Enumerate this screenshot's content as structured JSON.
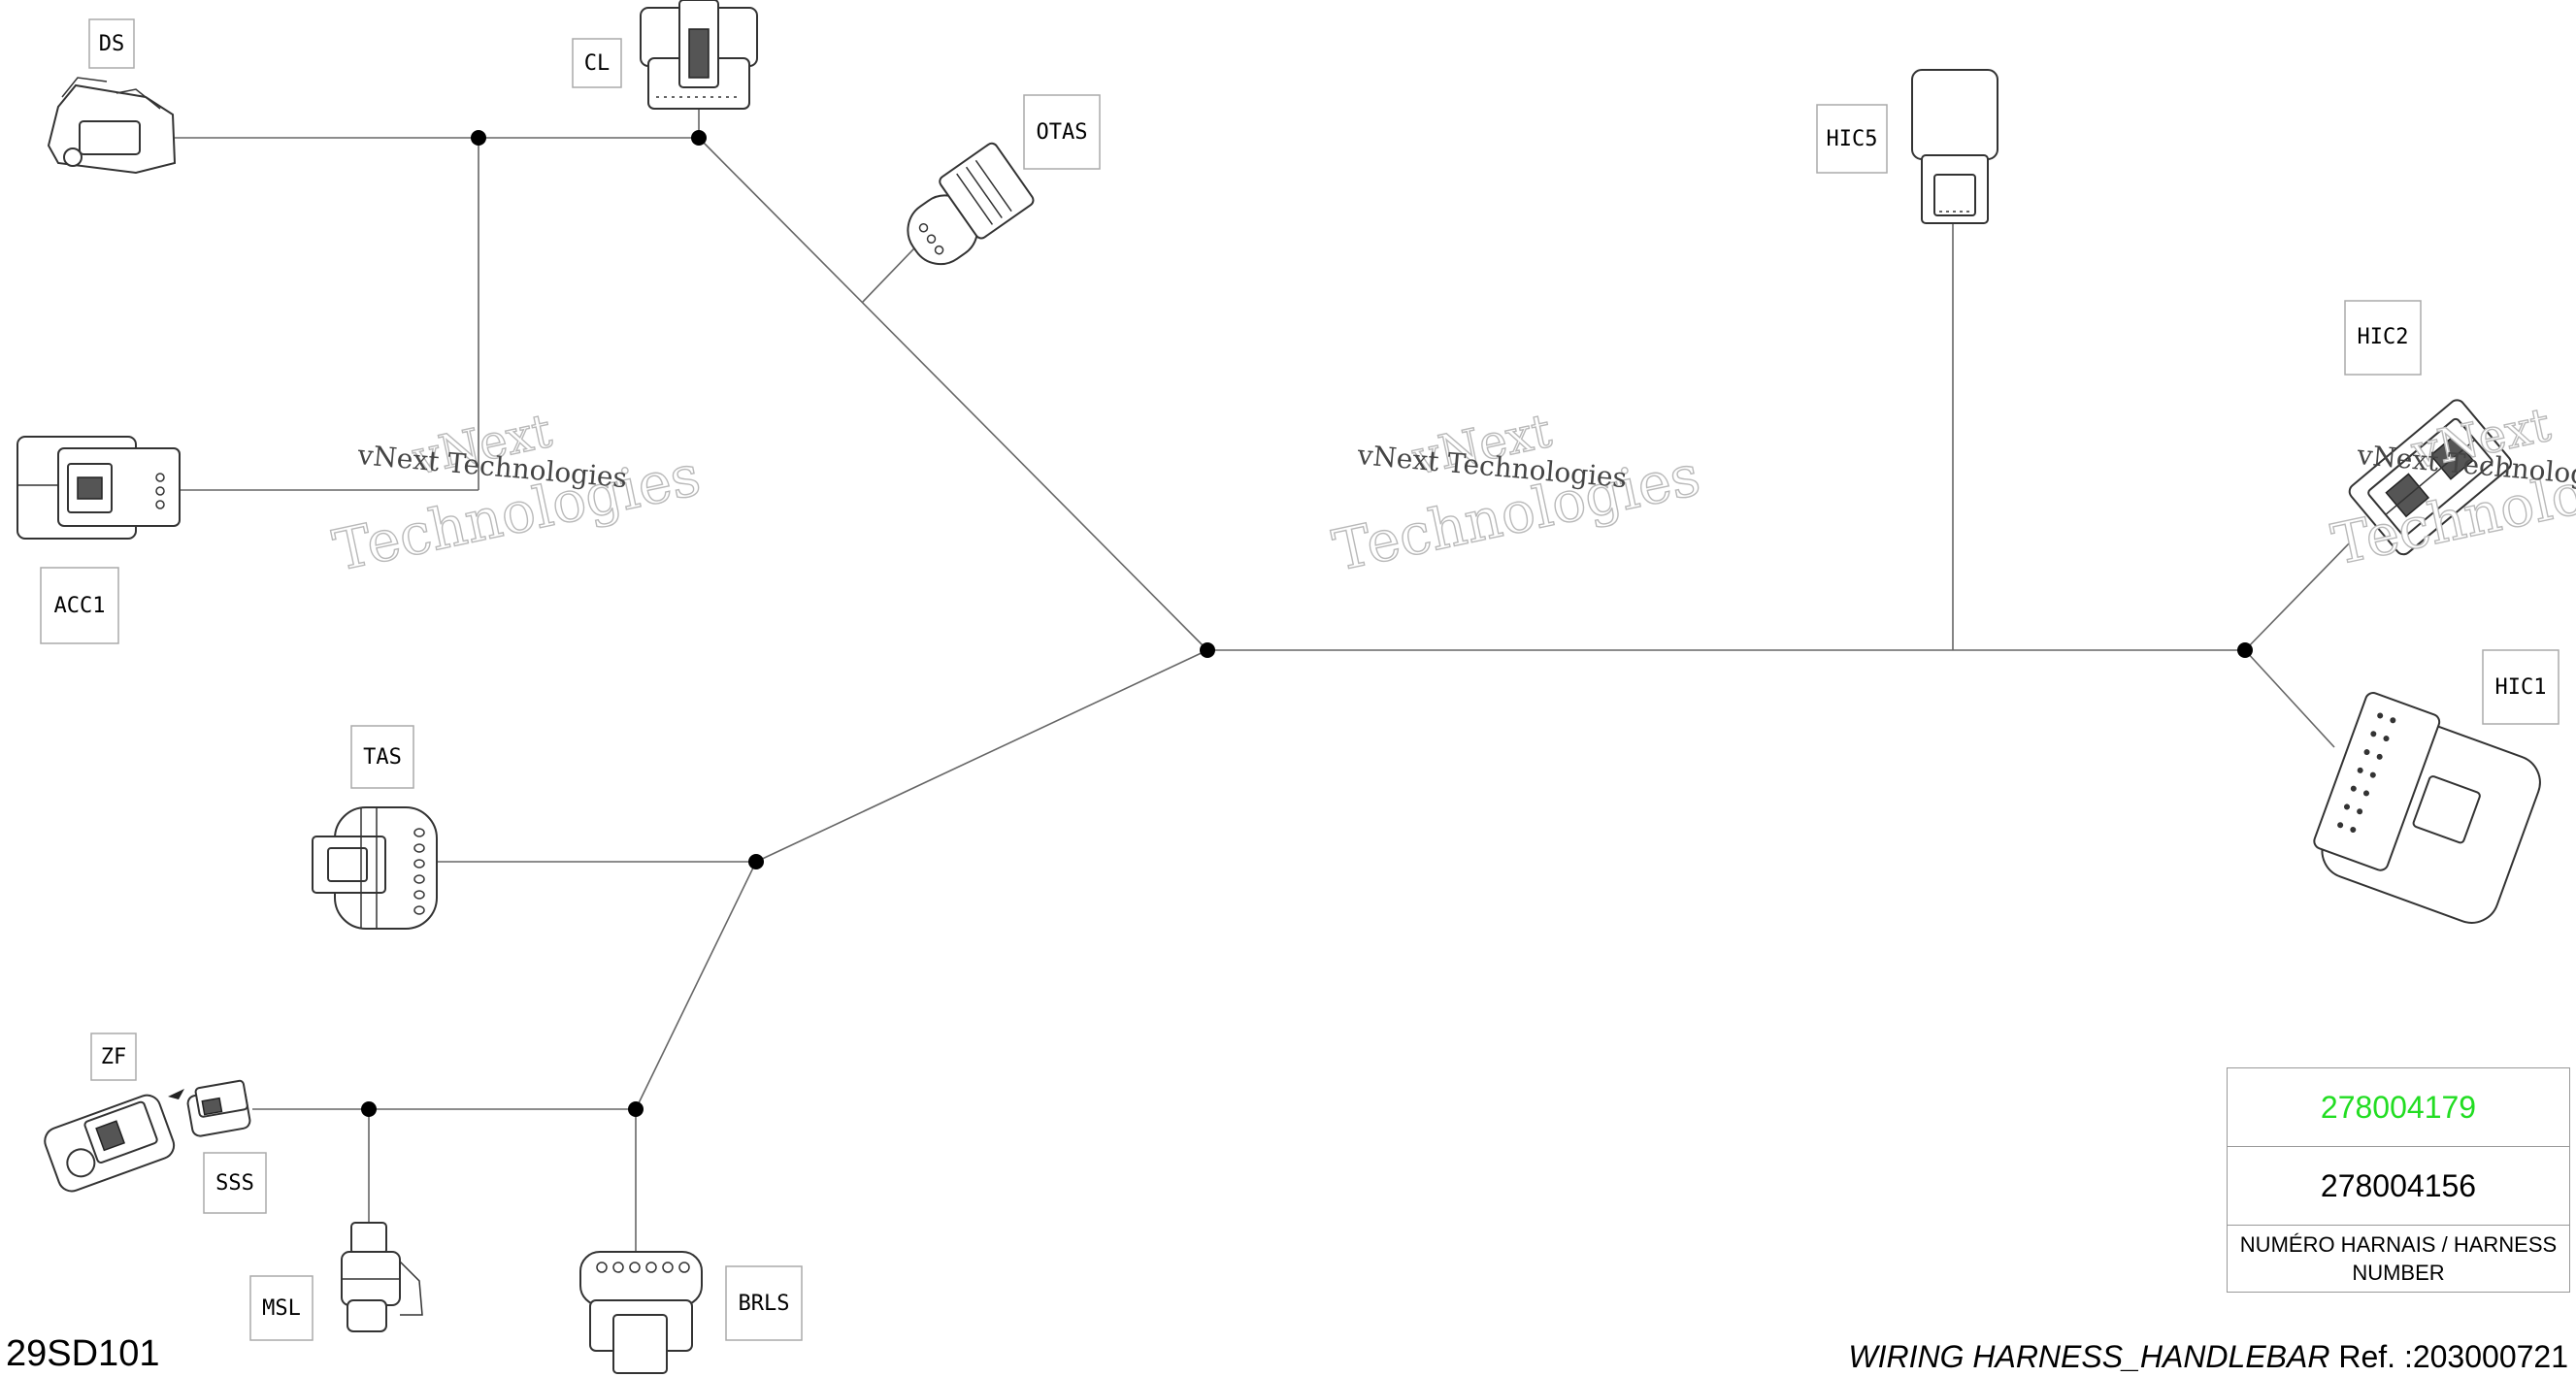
{
  "watermark": "vNext Technologies",
  "watermark_line1": "vNext",
  "watermark_line2": "Technologies",
  "connectors": {
    "ds": "DS",
    "cl": "CL",
    "otas": "OTAS",
    "acc1": "ACC1",
    "hic5": "HIC5",
    "hic2": "HIC2",
    "hic1": "HIC1",
    "tas": "TAS",
    "zf": "ZF",
    "sss": "SSS",
    "msl": "MSL",
    "brls": "BRLS"
  },
  "harness_numbers": {
    "primary": "278004179",
    "secondary": "278004156",
    "caption": "NUMÉRO HARNAIS / HARNESS NUMBER",
    "primary_color": "#22dd22"
  },
  "footer": {
    "doc_code": "29SD101",
    "title": "WIRING HARNESS_HANDLEBAR",
    "ref_label": "Ref. :",
    "ref_value": "203000721"
  }
}
